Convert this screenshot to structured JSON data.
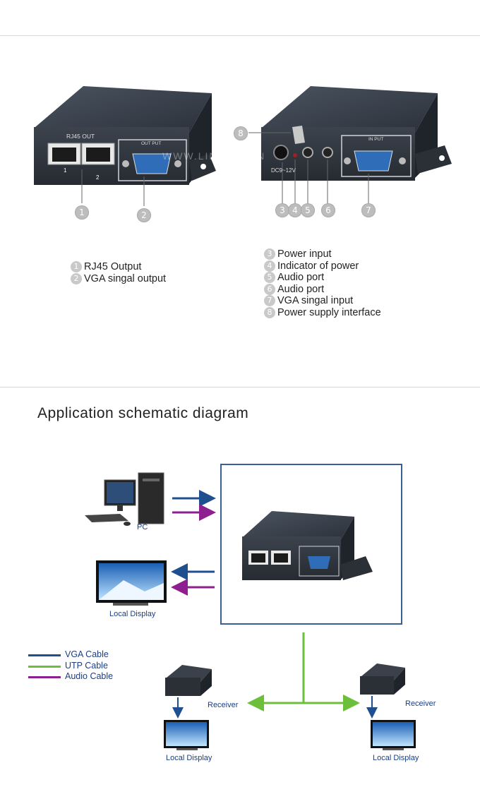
{
  "product_views": {
    "front": {
      "rj45_label": "RJ45 OUT",
      "port1": "1",
      "port2": "2",
      "output_panel": "OUT PUT",
      "watermark": "WWW.LINK-MI.CN"
    },
    "rear": {
      "input_panel": "IN PUT",
      "power_label": "DC9~12V"
    },
    "callouts_front": [
      "1",
      "2"
    ],
    "callouts_rear": [
      "3",
      "4",
      "5",
      "6",
      "7",
      "8"
    ]
  },
  "legend_front": [
    {
      "num": "1",
      "text": "RJ45 Output"
    },
    {
      "num": "2",
      "text": "VGA singal output"
    }
  ],
  "legend_rear": [
    {
      "num": "3",
      "text": "Power input"
    },
    {
      "num": "4",
      "text": "Indicator of power"
    },
    {
      "num": "5",
      "text": "Audio port"
    },
    {
      "num": "6",
      "text": "Audio port"
    },
    {
      "num": "7",
      "text": "VGA singal input"
    },
    {
      "num": "8",
      "text": "Power supply interface"
    }
  ],
  "schematic": {
    "title": "Application schematic diagram",
    "pc_label": "PC",
    "local_display_label": "Local Display",
    "receiver_label": "Receiver",
    "remote_display_label": "Local Display",
    "cables": [
      {
        "name": "VGA Cable",
        "color": "#1f4f8f"
      },
      {
        "name": "UTP Cable",
        "color": "#6cbf3a"
      },
      {
        "name": "Audio Cable",
        "color": "#8e1f91"
      }
    ],
    "frame_color": "#3a5f95"
  }
}
